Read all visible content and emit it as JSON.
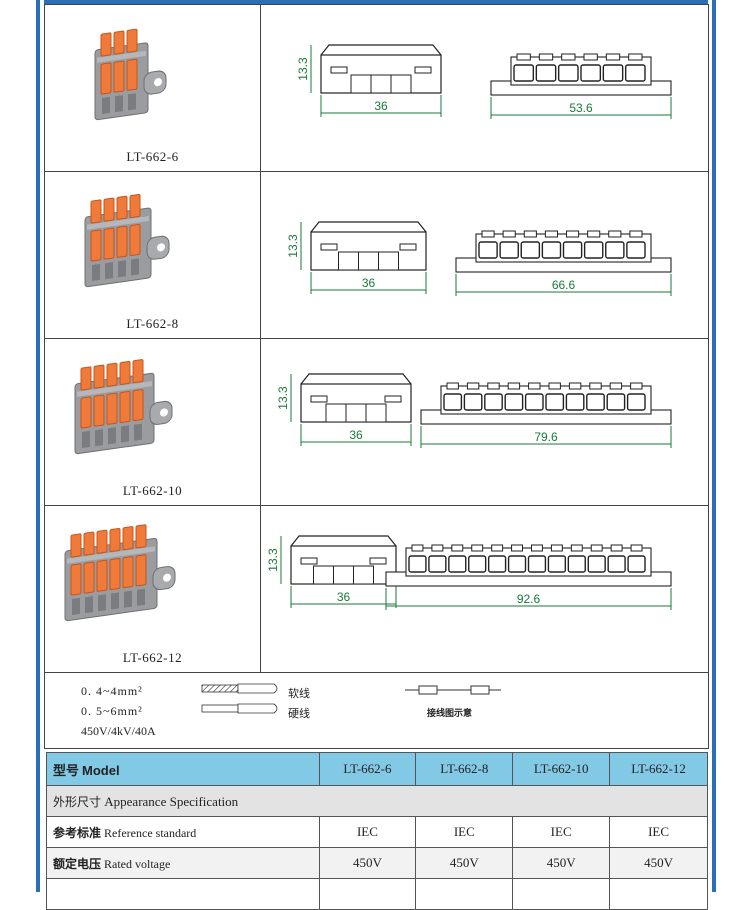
{
  "products": [
    {
      "model": "LT-662-6",
      "height_dim": "13.3",
      "width_dim": "36",
      "length_dim": "53.6",
      "poles": 6
    },
    {
      "model": "LT-662-8",
      "height_dim": "13.3",
      "width_dim": "36",
      "length_dim": "66.6",
      "poles": 8
    },
    {
      "model": "LT-662-10",
      "height_dim": "13.3",
      "width_dim": "36",
      "length_dim": "79.6",
      "poles": 10
    },
    {
      "model": "LT-662-12",
      "height_dim": "13.3",
      "width_dim": "36",
      "length_dim": "92.6",
      "poles": 12
    }
  ],
  "wires": {
    "range1": "0. 4~4mm²",
    "range2": "0. 5~6mm²",
    "rating": "450V/4kV/40A",
    "soft_label": "软线",
    "hard_label": "硬线",
    "diagram_label": "接线图示意"
  },
  "spec": {
    "model_label_cn": "型号",
    "model_label_en": "Model",
    "models": [
      "LT-662-6",
      "LT-662-8",
      "LT-662-10",
      "LT-662-12"
    ],
    "appearance_cn": "外形尺寸",
    "appearance_en": "Appearance Specification",
    "rows": [
      {
        "label_cn": "参考标准",
        "label_en": "Reference standard",
        "values": [
          "IEC",
          "IEC",
          "IEC",
          "IEC"
        ]
      },
      {
        "label_cn": "额定电压",
        "label_en": "Rated voltage",
        "values": [
          "450V",
          "450V",
          "450V",
          "450V"
        ]
      }
    ]
  },
  "colors": {
    "accent": "#2a6fb6",
    "lever": "#f07a3a",
    "body": "#8d8f92",
    "dim": "#1a7a3a",
    "header": "#82c9e6"
  }
}
